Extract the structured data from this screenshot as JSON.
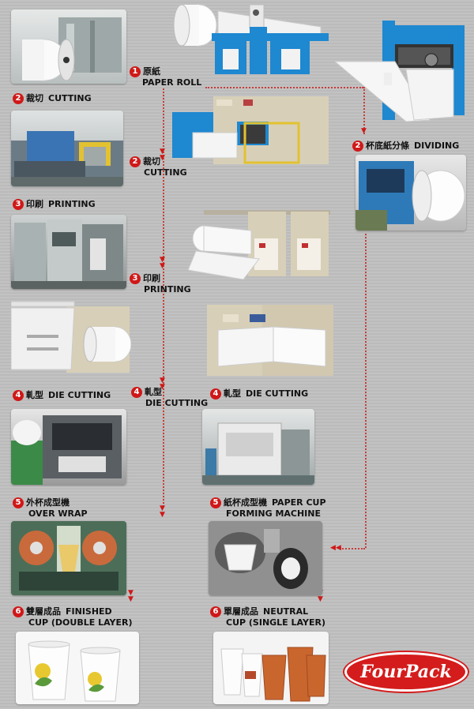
{
  "steps": {
    "s1": {
      "num": "1",
      "cn": "原紙",
      "en": "PAPER ROLL"
    },
    "s2a": {
      "num": "2",
      "cn": "裁切",
      "en": "CUTTING"
    },
    "s2b": {
      "num": "2",
      "cn": "裁切",
      "en": "CUTTING"
    },
    "s2c": {
      "num": "2",
      "cn": "杯底紙分條",
      "en": "DIVIDING"
    },
    "s3a": {
      "num": "3",
      "cn": "印刷",
      "en": "PRINTING"
    },
    "s3b": {
      "num": "3",
      "cn": "印刷",
      "en": "PRINTING"
    },
    "s4a": {
      "num": "4",
      "cn": "軋型",
      "en": "DIE CUTTING"
    },
    "s4b": {
      "num": "4",
      "cn": "軋型",
      "en": "DIE CUTTING"
    },
    "s4c": {
      "num": "4",
      "cn": "軋型",
      "en": "DIE CUTTING"
    },
    "s5a": {
      "num": "5",
      "cn": "外杯成型機",
      "en": "OVER WRAP"
    },
    "s5b": {
      "num": "5",
      "cn": "紙杯成型機",
      "en": "PAPER CUP",
      "en2": "FORMING MACHINE"
    },
    "s6a": {
      "num": "6",
      "cn": "雙層成品",
      "en": "FINISHED",
      "en2": "CUP (DOUBLE LAYER)"
    },
    "s6b": {
      "num": "6",
      "cn": "單層成品",
      "en": "NEUTRAL",
      "en2": "CUP (SINGLE LAYER)"
    }
  },
  "logo": {
    "text": "FourPack"
  },
  "colors": {
    "accent": "#d01818",
    "machine_blue": "#1e88d0",
    "machine_beige": "#d8cfb8"
  }
}
